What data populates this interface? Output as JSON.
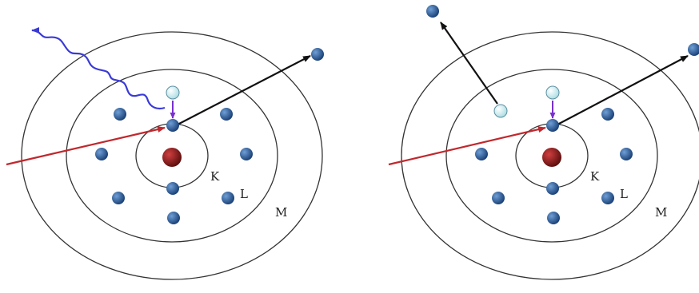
{
  "diagrams": [
    {
      "id": "left",
      "process": "x-ray-fluorescence",
      "shell_labels": {
        "K": "K",
        "L": "L",
        "M": "M"
      }
    },
    {
      "id": "right",
      "process": "auger-emission",
      "shell_labels": {
        "K": "K",
        "L": "L",
        "M": "M"
      }
    }
  ],
  "colors": {
    "nucleus": "#8b1a1a",
    "electron": "#1f4e8c",
    "vacancy": "#d6f0f2",
    "incident_arrow": "#c0282d",
    "ejected_arrow": "#111111",
    "transition_arrow": "#7a2fd0",
    "photon_wave": "#3a3ad6",
    "shell_ring": "#333333"
  }
}
